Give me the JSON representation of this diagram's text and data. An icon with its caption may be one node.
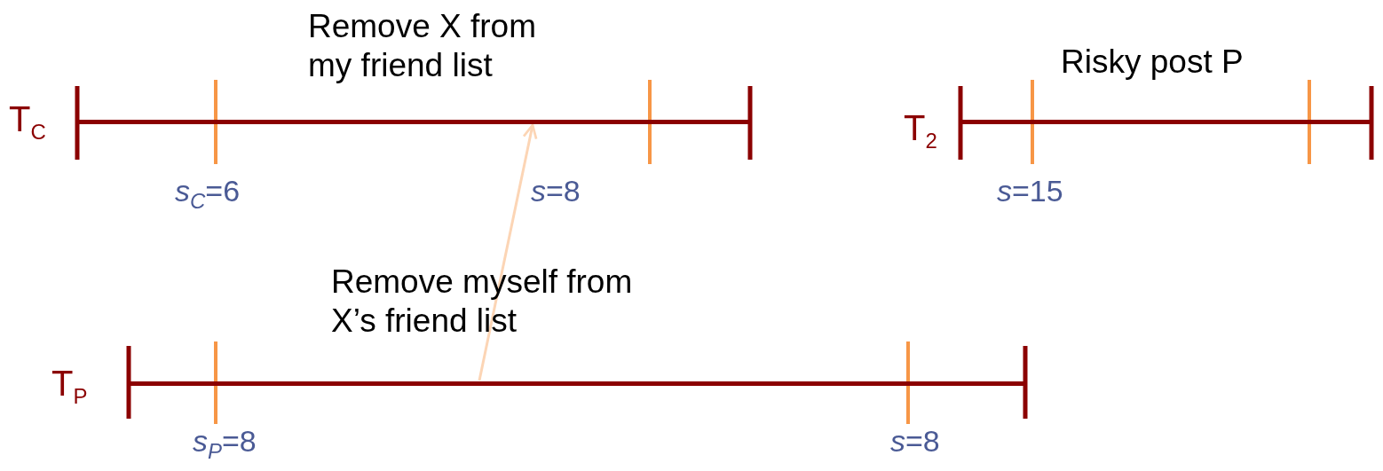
{
  "diagram": {
    "nodes": [
      {
        "text": [],
        "shape": "bar",
        "beside": [
          "T$_{C}$"
        ]
      },
      {
        "text": [],
        "shape": "bar",
        "beside": [
          "T$_{2}$"
        ]
      },
      {
        "text": [],
        "shape": "bar",
        "beside": [
          "T$_{P}$"
        ]
      }
    ],
    "edges": [
      {
        "from": 2,
        "to": 0,
        "arrow": "to",
        "color": "#fcd5b5"
      }
    ],
    "labels": [
      "Remove X from my friend list",
      "Risky post P",
      "*s*$_{C}$=6",
      "*s*=8",
      "*s*=15",
      "Remove myself from X’s friend list",
      "*s*$_{P}$=8",
      "*s*=8"
    ]
  }
}
